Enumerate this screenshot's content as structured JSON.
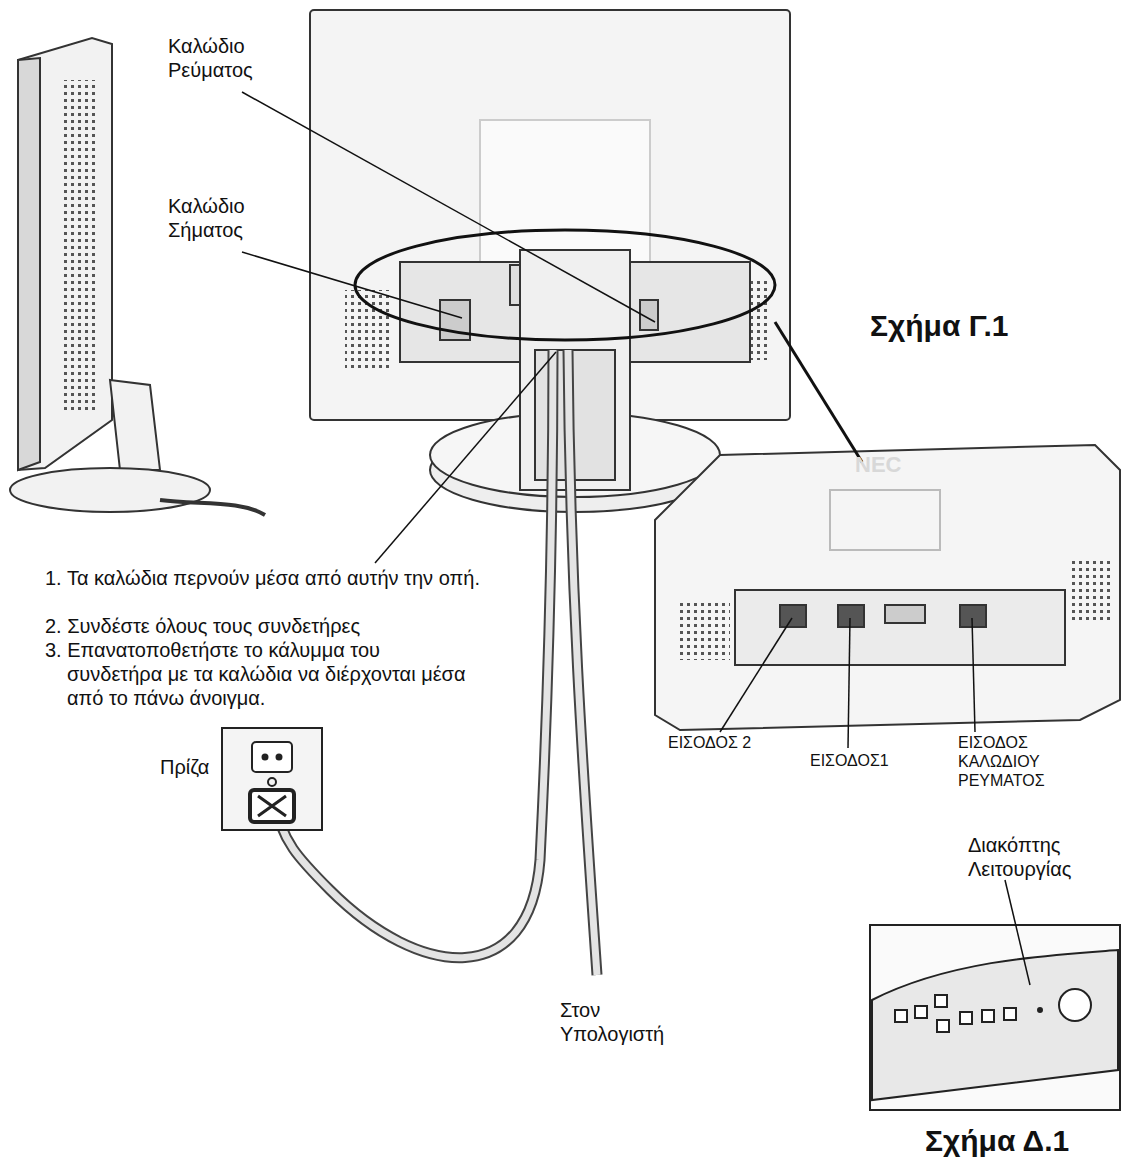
{
  "diagram": {
    "labels": [
      "Καλώδιο Ρεύματος",
      "Καλώδιο Σήματος",
      "Σχήμα Γ.1",
      "NEC",
      "1. Τα καλώδια περνούν μέσα από αυτήν την οπή.",
      "2. Συνδέστε όλους τους συνδετήρες",
      "3. Επανατοποθετήστε το κάλυμμα του συνδετήρα με τα καλώδια να διέρχονται μέσα από το πάνω άνοιγμα.",
      "Πρίζα",
      "ΕΙΣΟΔΟΣ 2",
      "ΕΙΣΟΔΟΣ1",
      "ΕΙΣΟΔΟΣ ΚΑΛΩΔΙΟΥ ΡΕΥΜΑΤΟΣ",
      "Διακόπτης Λειτουργίας",
      "Στον Υπολογιστή",
      "Σχήμα Δ.1"
    ]
  }
}
